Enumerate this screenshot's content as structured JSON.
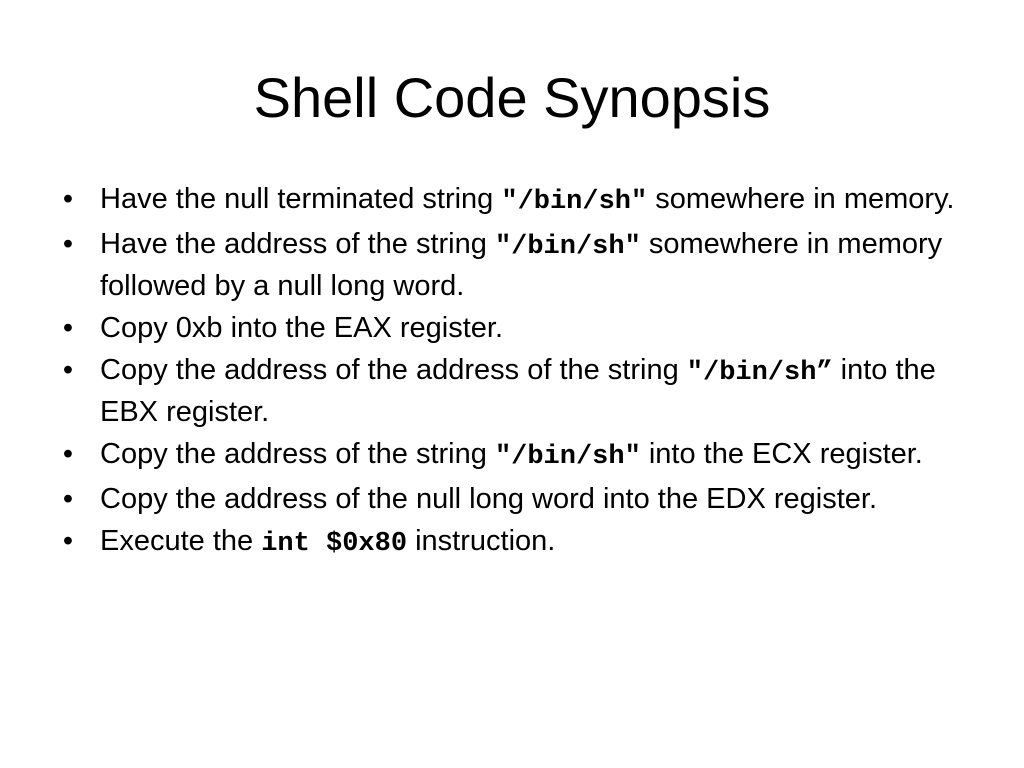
{
  "slide": {
    "title": "Shell Code Synopsis",
    "bullet_marker": "•",
    "bullets": [
      {
        "t1": "Have the null terminated string ",
        "code": "\"/bin/sh\"",
        "t2": " somewhere in memory."
      },
      {
        "t1": "Have the address of the string ",
        "code": "\"/bin/sh\"",
        "t2": " somewhere in memory followed by a null long word."
      },
      {
        "t1": "Copy 0xb into the EAX register."
      },
      {
        "t1": "Copy the address of the address of the string ",
        "code": "\"/bin/sh”",
        "t2": " into the EBX register."
      },
      {
        "t1": "Copy the address of the string ",
        "code": "\"/bin/sh\"",
        "t2": " into the ECX register."
      },
      {
        "t1": "Copy the address of the null long word into the EDX register."
      },
      {
        "t1": "Execute the ",
        "code": "int $0x80",
        "t2": " instruction."
      }
    ]
  }
}
